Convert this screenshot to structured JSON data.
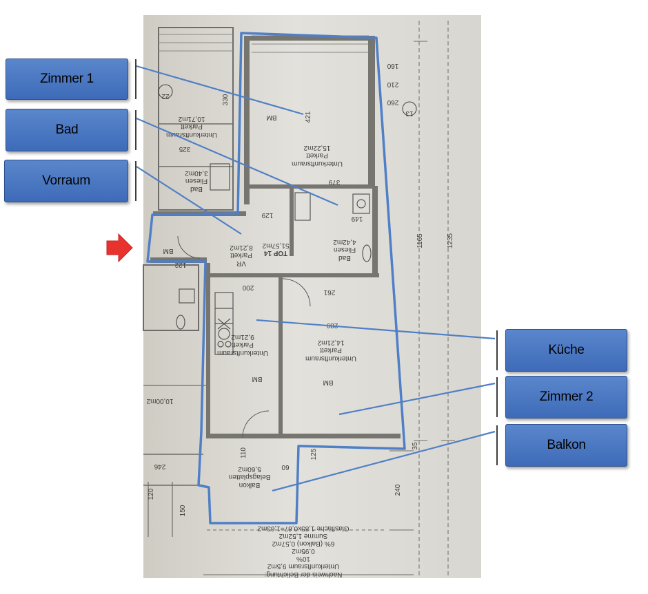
{
  "colors": {
    "box_fill": "#4a78c4",
    "box_border": "#2d4f8a",
    "leader_line": "#4f7fc6",
    "apartment_outline": "#4f7fc6",
    "arrow": "#e8322e"
  },
  "labels_left": [
    {
      "id": "zimmer1",
      "text": "Zimmer 1"
    },
    {
      "id": "bad",
      "text": "Bad"
    },
    {
      "id": "vorraum",
      "text": "Vorraum"
    }
  ],
  "labels_right": [
    {
      "id": "kueche",
      "text": "Küche"
    },
    {
      "id": "zimmer2",
      "text": "Zimmer 2"
    },
    {
      "id": "balkon",
      "text": "Balkon"
    }
  ],
  "plan_text": {
    "top_label": "TOP 14",
    "top_area": "51,57m2",
    "room1_name": "Unterkunftsraum",
    "room1_floor": "Parkett",
    "room1_area": "15,22m2",
    "bad_name": "Bad",
    "bad_floor": "Fliesen",
    "bad_area": "4,42m2",
    "vr_name": "VR",
    "vr_floor": "Parkett",
    "vr_area": "8,21m2",
    "kueche_name": "Unterkunftsraum",
    "kueche_floor": "Parkett",
    "kueche_area": "9,21m2",
    "zimmer2_name": "Unterkunftsraum",
    "zimmer2_floor": "Parkett",
    "zimmer2_area": "14,21m2",
    "balkon_name": "Balkon",
    "balkon_floor": "Belagsplatten",
    "balkon_area": "5,60m2",
    "left_room_name": "Unterkunftsraum",
    "left_room_floor": "Parkett",
    "left_room_area": "10,71m2",
    "left_bad_name": "Bad",
    "left_bad_floor": "Fliesen",
    "left_bad_area": "3,40m2",
    "left_lower_area": "10,00m2",
    "dim_1165": "1165",
    "dim_1235": "1235",
    "dim_421": "421",
    "dim_379": "379",
    "dim_330": "330",
    "dim_325": "325",
    "dim_289": "289",
    "dim_261": "261",
    "dim_246": "246",
    "dim_240": "240",
    "dim_200": "200",
    "dim_160": "160",
    "dim_150": "150",
    "dim_149": "149",
    "dim_129": "129",
    "dim_125": "125",
    "dim_122": "122",
    "dim_120": "120",
    "dim_110": "110",
    "dim_60": "60",
    "dim_35": "35",
    "dim_210": "210",
    "dim_260": "260",
    "circle_13": "13",
    "circle_22": "22",
    "bm": "BM",
    "calc_title": "Nachweis der Belichtung:",
    "calc_line1": "Unterkunftsraum 9,5m2",
    "calc_line2": "10%",
    "calc_line3": "0,95m2",
    "calc_line4": "6% (Balkon) 0,57m2",
    "calc_line5": "Summe 1,52m2",
    "calc_line6": "Glasfläche 1,85x0,67=1,63m2"
  }
}
